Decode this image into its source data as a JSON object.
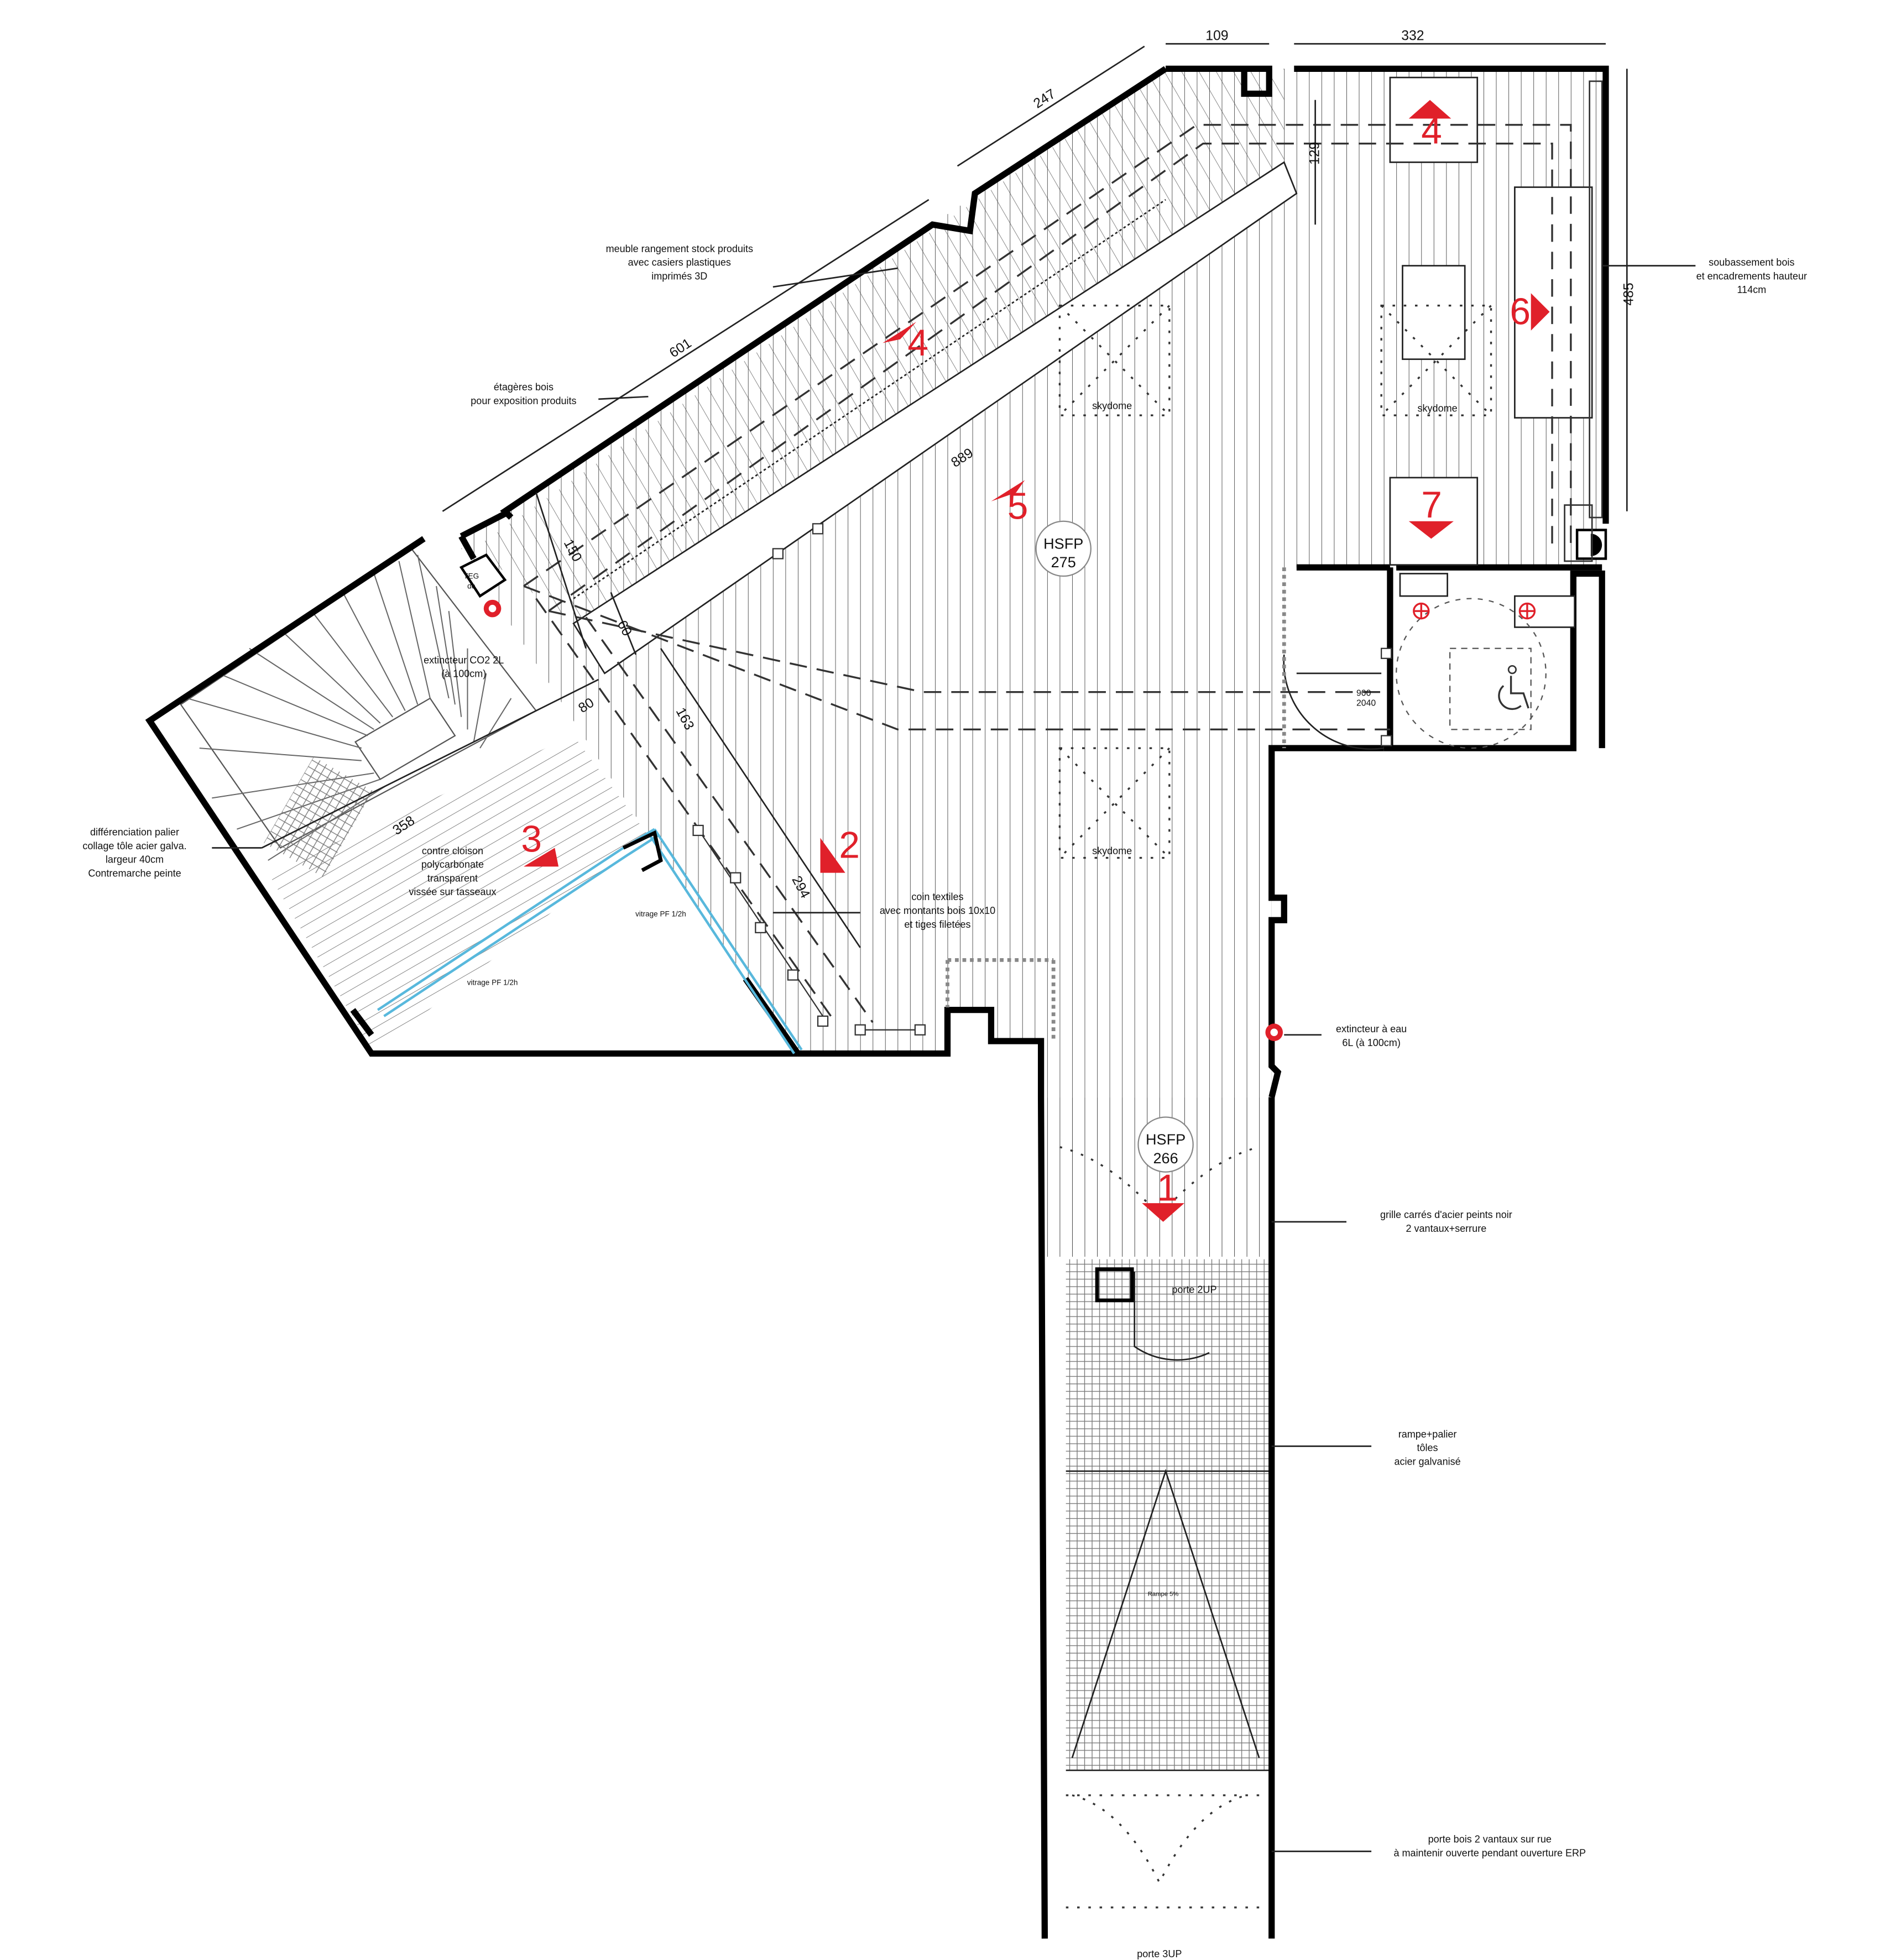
{
  "dimensions": {
    "d601": "601",
    "d247": "247",
    "d109": "109",
    "d332": "332",
    "d129": "129",
    "d485": "485",
    "d889": "889",
    "d150": "150",
    "d60": "60",
    "d80": "80",
    "d163": "163",
    "d358": "358",
    "d294": "294",
    "d900": "900",
    "d2040": "2040"
  },
  "rooms": {
    "hsfp_main": {
      "label": "HSFP",
      "value": "275"
    },
    "hsfp_entry": {
      "label": "HSFP",
      "value": "266"
    },
    "skydome": "skydome",
    "teg_top": "TEG",
    "teg_bottom": "dc"
  },
  "views": [
    "1",
    "2",
    "3",
    "4",
    "4",
    "5",
    "6",
    "7"
  ],
  "annotations": {
    "meuble": [
      "meuble rangement stock produits",
      "avec casiers plastiques",
      "imprimés 3D"
    ],
    "etageres": [
      "étagères bois",
      "pour exposition produits"
    ],
    "extincteur_co2": [
      "extincteur CO2 2L",
      "(à 100cm)"
    ],
    "differenciation": [
      "différenciation palier",
      "collage tôle acier galva.",
      "largeur 40cm",
      "Contremarche peinte"
    ],
    "contre_cloison": [
      "contre cloison",
      "polycarbonate",
      "transparent",
      "vissée sur tasseaux"
    ],
    "coin_textiles": [
      "coin textiles",
      "avec montants bois 10x10",
      "et tiges filetées"
    ],
    "vitrage1": "vitrage PF 1/2h",
    "vitrage2": "vitrage PF 1/2h",
    "soubassement": [
      "soubassement bois",
      "et encadrements hauteur",
      "114cm"
    ],
    "extincteur_eau": [
      "extincteur à eau",
      "6L (à 100cm)"
    ],
    "grille": [
      "grille carrés d'acier peints noir",
      "2 vantaux+serrure"
    ],
    "porte2up": "porte 2UP",
    "rampe_palier": [
      "rampe+palier",
      "tôles",
      "acier galvanisé"
    ],
    "rampe5": "Rampe 5%",
    "porte_bois": [
      "porte bois 2 vantaux sur rue",
      "à maintenir ouverte pendant ouverture ERP"
    ],
    "porte3up": "porte 3UP"
  },
  "colors": {
    "view_marker": "#e0202a",
    "wall": "#000000",
    "glazing": "#58b8dc"
  }
}
